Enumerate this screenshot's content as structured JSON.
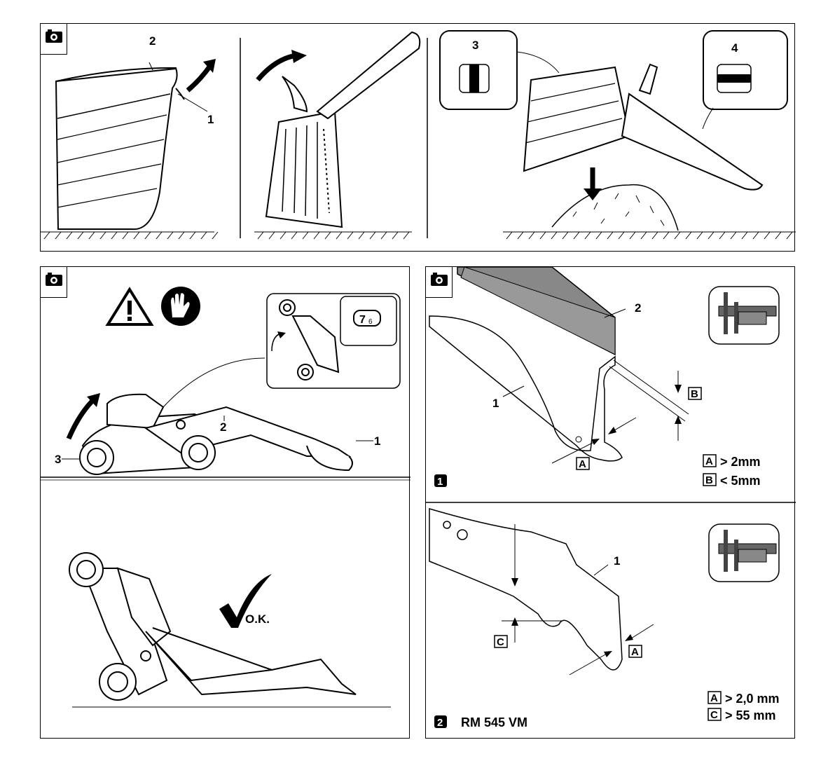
{
  "panel_top": {
    "labels": {
      "one": "1",
      "two": "2",
      "three": "3",
      "four": "4"
    }
  },
  "panel_left": {
    "labels": {
      "one": "1",
      "two": "2",
      "three": "3"
    },
    "inset_display": {
      "big": "7",
      "small": "6"
    },
    "ok_text": "O.K."
  },
  "panel_right": {
    "section1": {
      "step": "1",
      "labels": {
        "one": "1",
        "two": "2"
      },
      "dim_a": "A",
      "dim_b": "B",
      "spec_a": "> 2mm",
      "spec_b": "< 5mm"
    },
    "section2": {
      "step": "2",
      "model": "RM 545 VM",
      "labels": {
        "one": "1"
      },
      "dim_a": "A",
      "dim_c": "C",
      "spec_a": "> 2,0 mm",
      "spec_c": "> 55 mm"
    }
  },
  "icons": [
    "camera-icon",
    "warning-triangle-icon",
    "gloves-icon",
    "caliper-icon",
    "checkmark-icon"
  ]
}
